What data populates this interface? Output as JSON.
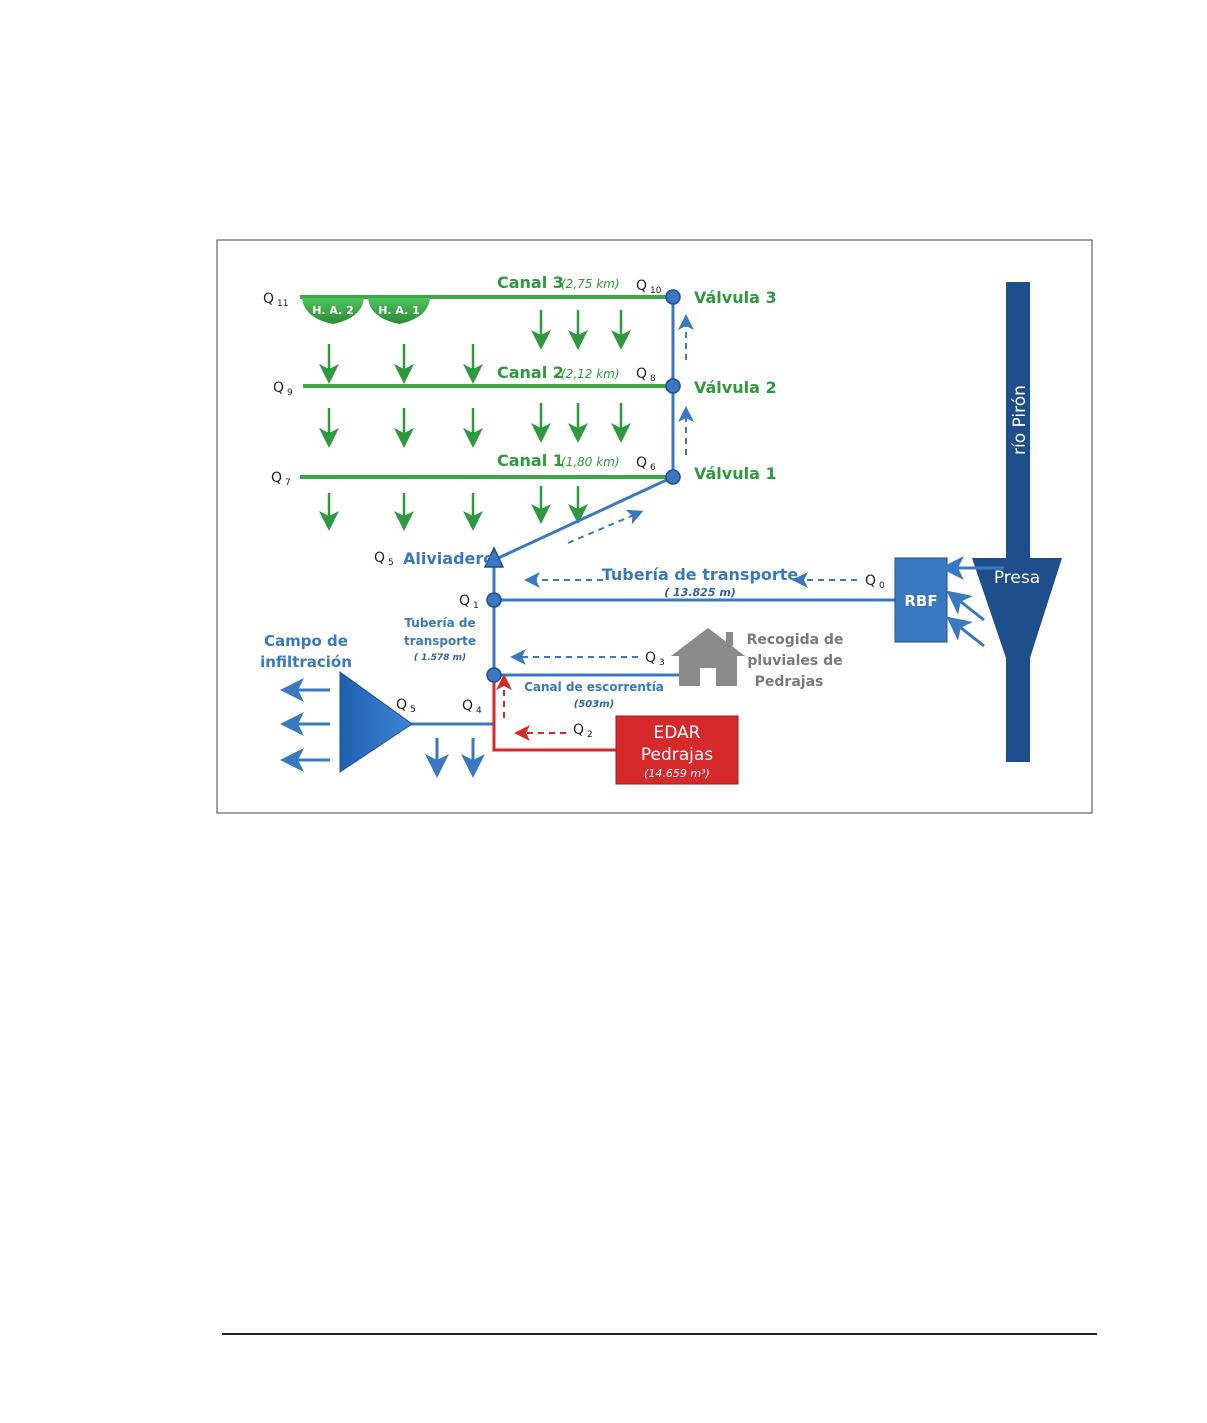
{
  "canals": [
    {
      "name": "Canal 3",
      "length": "(2,75 km)"
    },
    {
      "name": "Canal 2",
      "length": "(2,12 km)"
    },
    {
      "name": "Canal 1",
      "length": "(1,80 km)"
    }
  ],
  "valves": [
    "Válvula 3",
    "Válvula 2",
    "Válvula 1"
  ],
  "flows": {
    "q0": "Q",
    "q0_sub": "0",
    "q1": "Q",
    "q1_sub": "1",
    "q2": "Q",
    "q2_sub": "2",
    "q3": "Q",
    "q3_sub": "3",
    "q4": "Q",
    "q4_sub": "4",
    "q5a": "Q",
    "q5a_sub": "5",
    "q5b": "Q",
    "q5b_sub": "5",
    "q6": "Q",
    "q6_sub": "6",
    "q7": "Q",
    "q7_sub": "7",
    "q8": "Q",
    "q8_sub": "8",
    "q9": "Q",
    "q9_sub": "9",
    "q10": "Q",
    "q10_sub": "10",
    "q11": "Q",
    "q11_sub": "11"
  },
  "ha": [
    "H. A. 2",
    "H. A. 1"
  ],
  "river": "río Pirón",
  "dam": "Presa",
  "rbf": "RBF",
  "aliviadero": "Aliviadero",
  "main_pipe": {
    "label": "Tubería de transporte",
    "length": "( 13.825 m)"
  },
  "short_pipe": {
    "line1": "Tubería de",
    "line2": "transporte",
    "length": "( 1.578 m)"
  },
  "runoff": {
    "label": "Canal de escorrentía",
    "length": "(503m)"
  },
  "stormwater": {
    "line1": "Recogida de",
    "line2": "pluviales de",
    "line3": "Pedrajas"
  },
  "edar": {
    "line1": "EDAR",
    "line2": "Pedrajas",
    "volume": "(14.659 m³)"
  },
  "infiltration": {
    "line1": "Campo de",
    "line2": "infiltración"
  },
  "colors": {
    "green": "#2e9a3e",
    "blue": "#3a78c2",
    "dark_blue": "#1e4f8c",
    "red": "#d6292b",
    "gray": "#8a8a8a"
  }
}
